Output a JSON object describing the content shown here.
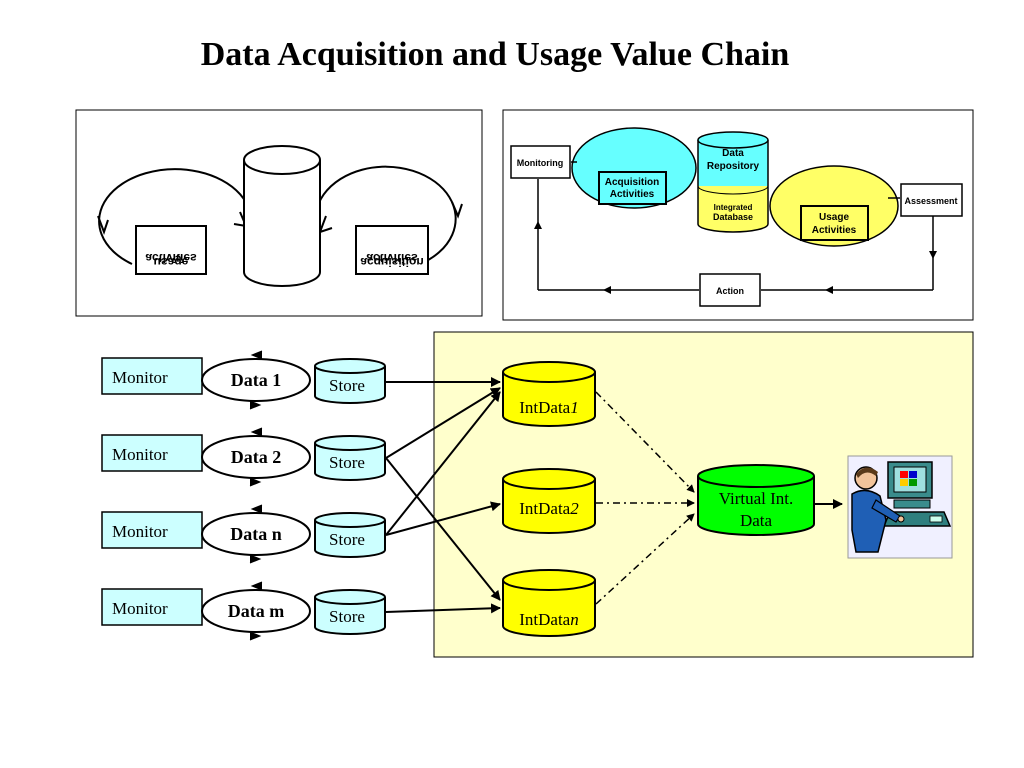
{
  "title": "Data Acquisition and Usage Value Chain",
  "panel_left": {
    "usage_label": [
      "usage",
      "activities"
    ],
    "acquisition_label": [
      "acquisition",
      "activities"
    ]
  },
  "panel_right": {
    "monitoring": "Monitoring",
    "acquisition": [
      "Acquisition",
      "Activities"
    ],
    "repository": [
      "Data",
      "Repository"
    ],
    "integrated": [
      "Integrated",
      "Database"
    ],
    "usage": [
      "Usage",
      "Activities"
    ],
    "assessment": "Assessment",
    "action": "Action"
  },
  "sources": [
    {
      "monitor": "Monitor",
      "data": "Data 1",
      "store": "Store"
    },
    {
      "monitor": "Monitor",
      "data": "Data 2",
      "store": "Store"
    },
    {
      "monitor": "Monitor",
      "data": "Data n",
      "store": "Store"
    },
    {
      "monitor": "Monitor",
      "data": "Data m",
      "store": "Store"
    }
  ],
  "integrated": [
    {
      "base": "IntData",
      "suffix": "1"
    },
    {
      "base": "IntData",
      "suffix": "2"
    },
    {
      "base": "IntData",
      "suffix": "n"
    }
  ],
  "virtual": [
    "Virtual Int.",
    "Data"
  ],
  "colors": {
    "monitor": "#ccffff",
    "store": "#ccffff",
    "intdata": "#ffff00",
    "virtual": "#00ff00",
    "yellow_panel": "#ffffcc",
    "acquisition_ellipse": "#66ffff",
    "usage_ellipse": "#ffff66"
  },
  "icons": {
    "user": "user-at-computer-icon"
  }
}
